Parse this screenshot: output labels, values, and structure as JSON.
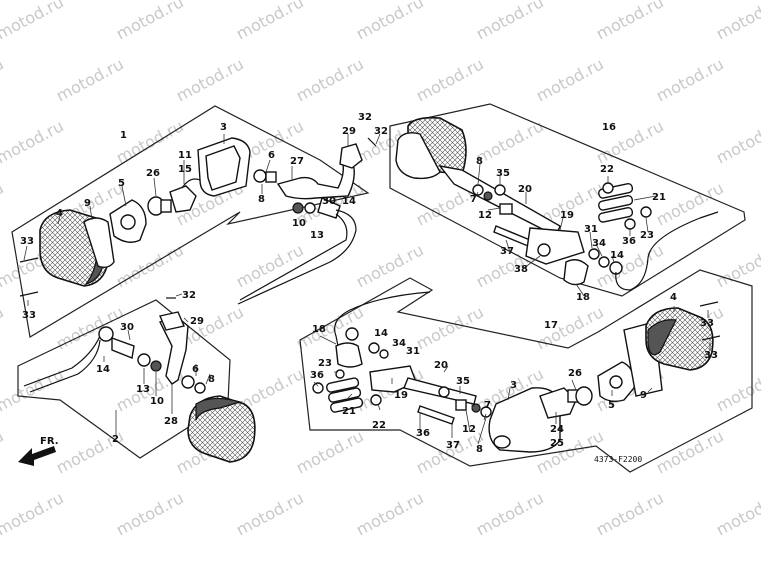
{
  "watermark": "motod.ru",
  "diagram_code": "4373-F2200",
  "direction_label": "FR.",
  "labels": [
    "1",
    "2",
    "3",
    "4",
    "5",
    "6",
    "7",
    "8",
    "9",
    "10",
    "11",
    "12",
    "13",
    "14",
    "15",
    "16",
    "17",
    "18",
    "19",
    "20",
    "21",
    "22",
    "23",
    "24",
    "25",
    "26",
    "27",
    "28",
    "29",
    "30",
    "31",
    "32",
    "33",
    "34",
    "35",
    "36",
    "37",
    "38"
  ]
}
